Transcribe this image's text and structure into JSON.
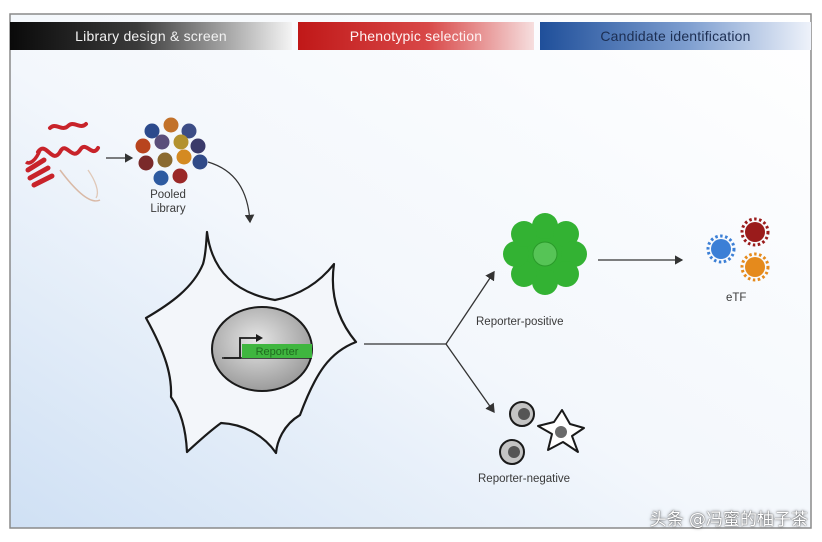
{
  "header": {
    "library_tab": "Library design & screen",
    "phenotypic_tab": "Phenotypic selection",
    "candidate_tab": "Candidate identification"
  },
  "labels": {
    "pooled_library_line1": "Pooled",
    "pooled_library_line2": "Library",
    "reporter_gene": "Reporter",
    "reporter_positive": "Reporter-positive",
    "reporter_negative": "Reporter-negative",
    "etf": "eTF"
  },
  "watermark": "头条 @冯蜜的柚子茶",
  "colors": {
    "protein": "#c8232a",
    "reporter_green": "#3fb63f",
    "positive_cell": "#33b233",
    "etf_blue": "#3b7fd6",
    "etf_red": "#9a1b1b",
    "etf_orange": "#e58a1c",
    "arrow": "#333333"
  },
  "icons": {
    "library_beads": "colored-bead-cluster",
    "protein": "ribbon-protein-icon",
    "cell": "neuron-like-cell",
    "promoter": "promoter-arrow-icon"
  }
}
